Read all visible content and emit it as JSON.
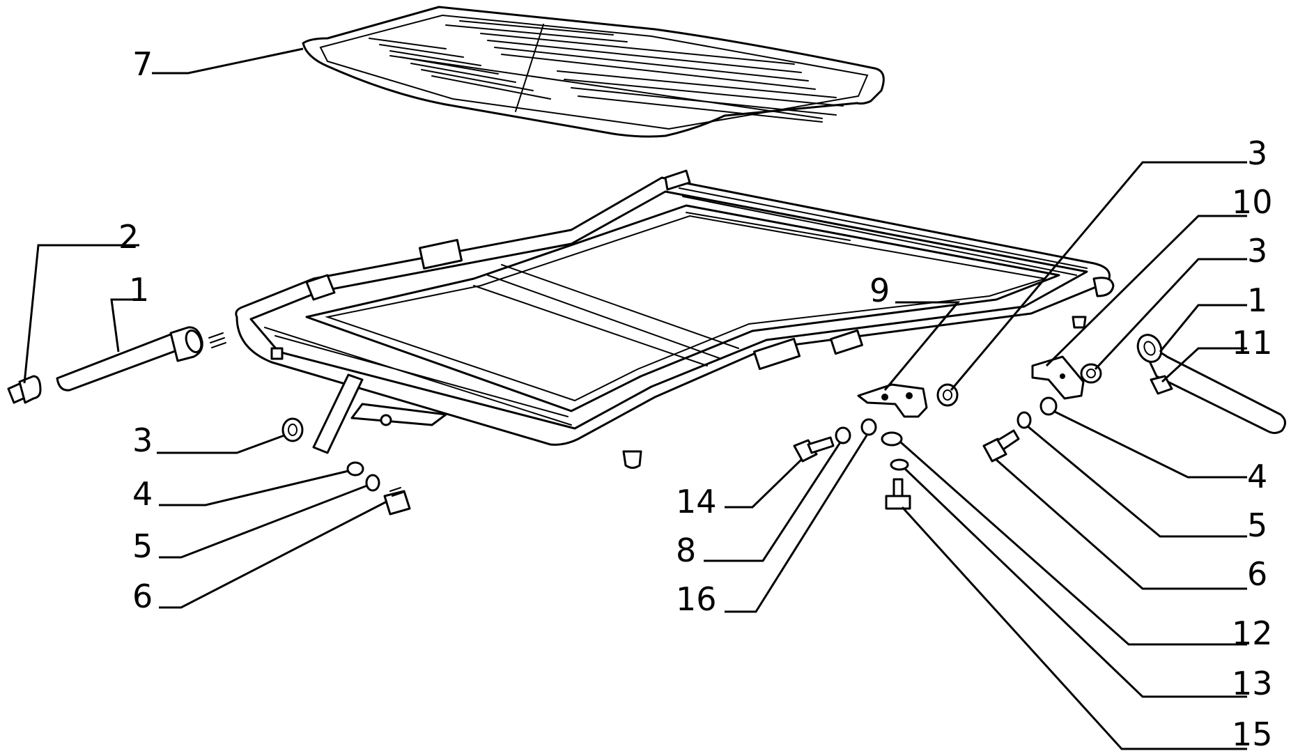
{
  "callouts": {
    "left": [
      "2",
      "1",
      "3",
      "4",
      "5",
      "6"
    ],
    "top": [
      "7"
    ],
    "center": [
      "9",
      "14",
      "8",
      "16"
    ],
    "right": [
      "3",
      "10",
      "3",
      "1",
      "11",
      "4",
      "5",
      "6",
      "12",
      "13",
      "15"
    ]
  }
}
